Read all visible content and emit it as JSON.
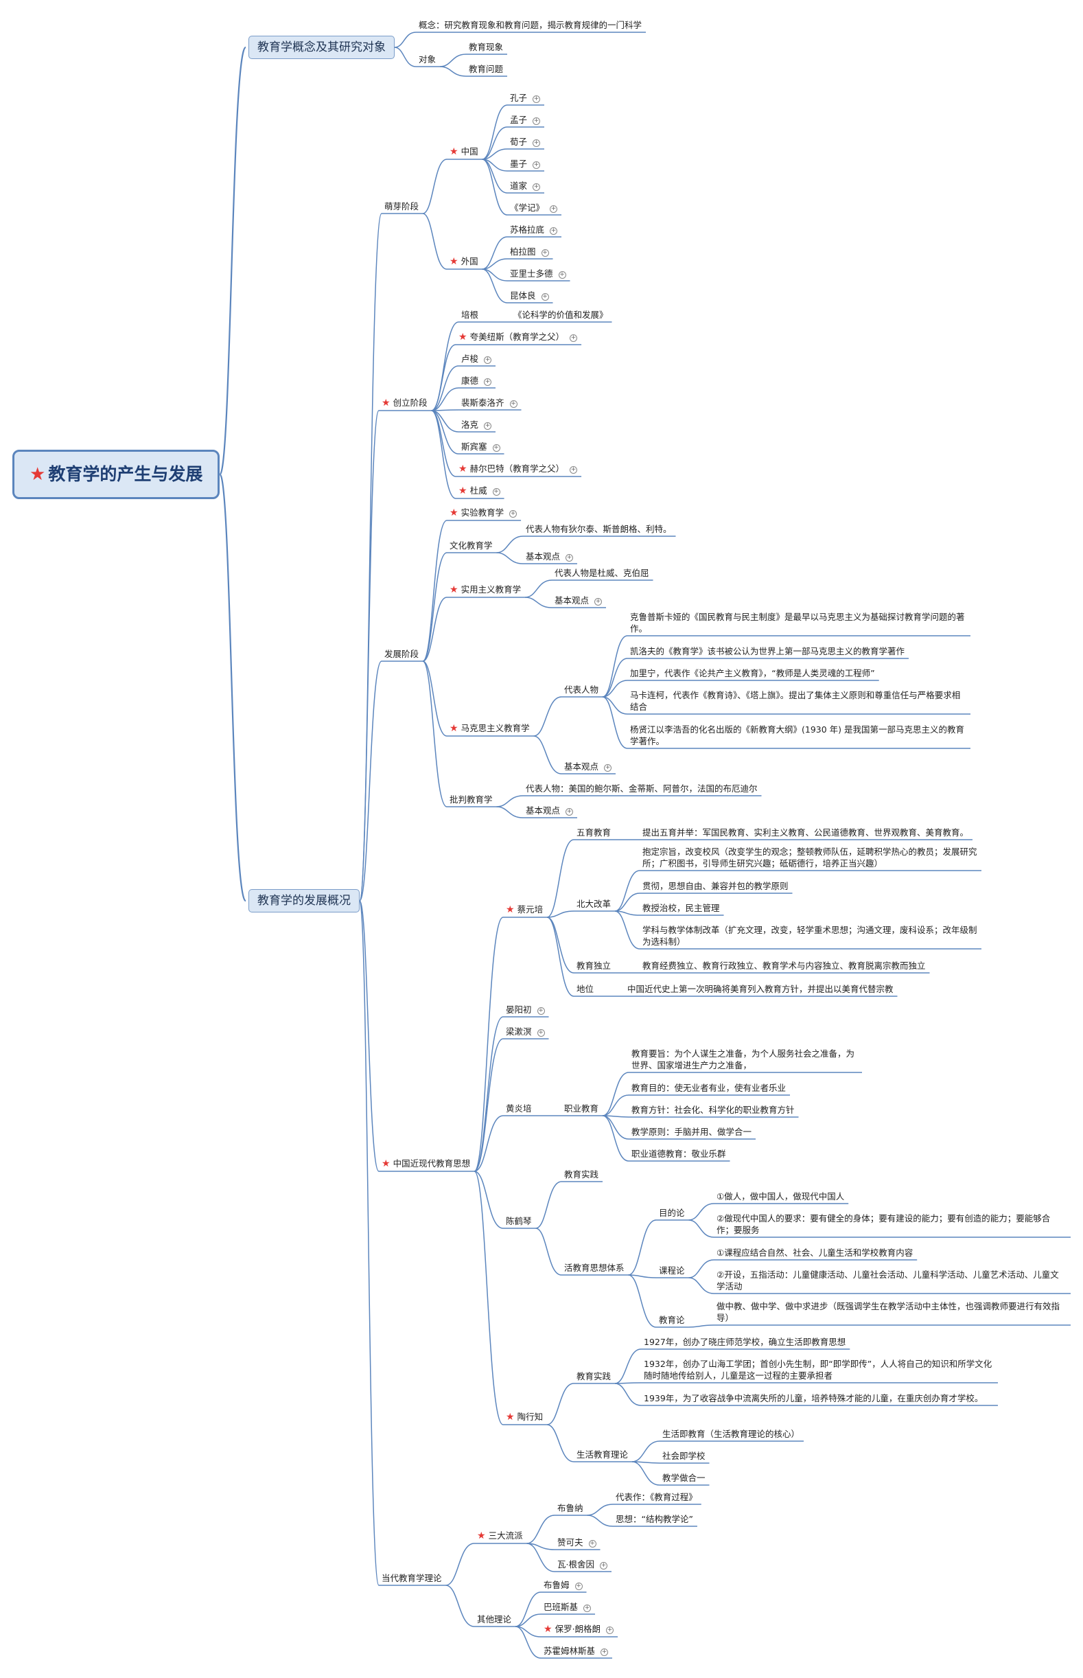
{
  "root": "教育学的产生与发展",
  "colors": {
    "line": "#5b85bd",
    "star": "#e53935",
    "l1_fill": "#dbe7f5"
  },
  "icons": {
    "star": "star-icon",
    "expand": "expand-icon"
  },
  "nodes": [
    {
      "id": "a",
      "t": "教育学概念及其研究对象",
      "p": "root",
      "l": 1
    },
    {
      "id": "a1",
      "t": "概念：研究教育现象和教育问题，揭示教育规律的一门科学",
      "p": "a"
    },
    {
      "id": "a2",
      "t": "对象",
      "p": "a"
    },
    {
      "id": "a21",
      "t": "教育现象",
      "p": "a2"
    },
    {
      "id": "a22",
      "t": "教育问题",
      "p": "a2"
    },
    {
      "id": "b",
      "t": "教育学的发展概况",
      "p": "root",
      "l": 1
    },
    {
      "id": "b1",
      "t": "萌芽阶段",
      "p": "b"
    },
    {
      "id": "b11",
      "t": "中国",
      "p": "b1",
      "s": 1
    },
    {
      "id": "b111",
      "t": "孔子",
      "p": "b11",
      "x": 1
    },
    {
      "id": "b112",
      "t": "孟子",
      "p": "b11",
      "x": 1
    },
    {
      "id": "b113",
      "t": "荀子",
      "p": "b11",
      "x": 1
    },
    {
      "id": "b114",
      "t": "墨子",
      "p": "b11",
      "x": 1
    },
    {
      "id": "b115",
      "t": "道家",
      "p": "b11",
      "x": 1
    },
    {
      "id": "b116",
      "t": "《学记》",
      "p": "b11",
      "x": 1
    },
    {
      "id": "b12",
      "t": "外国",
      "p": "b1",
      "s": 1
    },
    {
      "id": "b121",
      "t": "苏格拉底",
      "p": "b12",
      "x": 1
    },
    {
      "id": "b122",
      "t": "柏拉图",
      "p": "b12",
      "x": 1
    },
    {
      "id": "b123",
      "t": "亚里士多德",
      "p": "b12",
      "x": 1
    },
    {
      "id": "b124",
      "t": "昆体良",
      "p": "b12",
      "x": 1
    },
    {
      "id": "b2",
      "t": "创立阶段",
      "p": "b",
      "s": 1
    },
    {
      "id": "b21",
      "t": "培根",
      "p": "b2"
    },
    {
      "id": "b211",
      "t": "《论科学的价值和发展》",
      "p": "b21"
    },
    {
      "id": "b22",
      "t": "夸美纽斯（教育学之父）",
      "p": "b2",
      "s": 1,
      "x": 1
    },
    {
      "id": "b23",
      "t": "卢梭",
      "p": "b2",
      "x": 1
    },
    {
      "id": "b24",
      "t": "康德",
      "p": "b2",
      "x": 1
    },
    {
      "id": "b25",
      "t": "裴斯泰洛齐",
      "p": "b2",
      "x": 1
    },
    {
      "id": "b26",
      "t": "洛克",
      "p": "b2",
      "x": 1
    },
    {
      "id": "b27",
      "t": "斯宾塞",
      "p": "b2",
      "x": 1
    },
    {
      "id": "b28",
      "t": "赫尔巴特（教育学之父）",
      "p": "b2",
      "s": 1,
      "x": 1
    },
    {
      "id": "b29",
      "t": "杜威",
      "p": "b2",
      "s": 1,
      "x": 1
    },
    {
      "id": "b3",
      "t": "发展阶段",
      "p": "b"
    },
    {
      "id": "b31",
      "t": "实验教育学",
      "p": "b3",
      "s": 1,
      "x": 1
    },
    {
      "id": "b32",
      "t": "文化教育学",
      "p": "b3"
    },
    {
      "id": "b321",
      "t": "代表人物有狄尔泰、斯普朗格、利特。",
      "p": "b32"
    },
    {
      "id": "b322",
      "t": "基本观点",
      "p": "b32",
      "x": 1
    },
    {
      "id": "b33",
      "t": "实用主义教育学",
      "p": "b3",
      "s": 1
    },
    {
      "id": "b331",
      "t": "代表人物是杜威、克伯屈",
      "p": "b33"
    },
    {
      "id": "b332",
      "t": "基本观点",
      "p": "b33",
      "x": 1
    },
    {
      "id": "b34",
      "t": "马克思主义教育学",
      "p": "b3",
      "s": 1
    },
    {
      "id": "b341",
      "t": "代表人物",
      "p": "b34"
    },
    {
      "id": "b3411",
      "t": "克鲁普斯卡娅的《国民教育与民主制度》是最早以马克思主义为基础探讨教育学问题的著作。",
      "p": "b341",
      "w": 1
    },
    {
      "id": "b3412",
      "t": "凯洛夫的《教育学》该书被公认为世界上第一部马克思主义的教育学著作",
      "p": "b341"
    },
    {
      "id": "b3413",
      "t": "加里宁，代表作《论共产主义教育》，“教师是人类灵魂的工程师”",
      "p": "b341"
    },
    {
      "id": "b3414",
      "t": "马卡连柯，代表作《教育诗》、《塔上旗》。提出了集体主义原则和尊重信任与严格要求相结合",
      "p": "b341",
      "w": 1
    },
    {
      "id": "b3415",
      "t": "杨贤江以李浩吾的化名出版的《新教育大纲》(1930 年) 是我国第一部马克思主义的教育学著作。",
      "p": "b341",
      "w": 1
    },
    {
      "id": "b342",
      "t": "基本观点",
      "p": "b34",
      "x": 1
    },
    {
      "id": "b35",
      "t": "批判教育学",
      "p": "b3"
    },
    {
      "id": "b351",
      "t": "代表人物：美国的鲍尔斯、金蒂斯、阿普尔，法国的布厄迪尔",
      "p": "b35"
    },
    {
      "id": "b352",
      "t": "基本观点",
      "p": "b35",
      "x": 1
    },
    {
      "id": "b4",
      "t": "中国近现代教育思想",
      "p": "b",
      "s": 1
    },
    {
      "id": "b41",
      "t": "蔡元培",
      "p": "b4",
      "s": 1
    },
    {
      "id": "b411",
      "t": "五育教育",
      "p": "b41"
    },
    {
      "id": "b4111",
      "t": "提出五育并举：军国民教育、实利主义教育、公民道德教育、世界观教育、美育教育。",
      "p": "b411"
    },
    {
      "id": "b412",
      "t": "北大改革",
      "p": "b41"
    },
    {
      "id": "b4121",
      "t": "抱定宗旨，改变校风（改变学生的观念；整顿教师队伍，延聘积学热心的教员；发展研究所；广积图书，引导师生研究兴趣；砥砺德行，培养正当兴趣）",
      "p": "b412",
      "w": 1
    },
    {
      "id": "b4122",
      "t": "贯彻，思想自由、兼容并包的教学原则",
      "p": "b412"
    },
    {
      "id": "b4123",
      "t": "教授治校，民主管理",
      "p": "b412"
    },
    {
      "id": "b4124",
      "t": "学科与教学体制改革（扩充文理，改变，轻学重术思想；沟通文理，废科设系；改年级制为选科制）",
      "p": "b412",
      "w": 1
    },
    {
      "id": "b413",
      "t": "教育独立",
      "p": "b41"
    },
    {
      "id": "b4131",
      "t": "教育经费独立、教育行政独立、教育学术与内容独立、教育脱离宗教而独立",
      "p": "b413"
    },
    {
      "id": "b414",
      "t": "地位",
      "p": "b41"
    },
    {
      "id": "b4141",
      "t": "中国近代史上第一次明确将美育列入教育方针，并提出以美育代替宗教",
      "p": "b414"
    },
    {
      "id": "b42",
      "t": "晏阳初",
      "p": "b4",
      "x": 1
    },
    {
      "id": "b43",
      "t": "梁漱溟",
      "p": "b4",
      "x": 1
    },
    {
      "id": "b44",
      "t": "黄炎培",
      "p": "b4"
    },
    {
      "id": "b441",
      "t": "职业教育",
      "p": "b44"
    },
    {
      "id": "b4411",
      "t": "教育要旨：为个人谋生之准备，为个人服务社会之准备，为世界、国家增进生产力之准备，",
      "p": "b441",
      "w": 1
    },
    {
      "id": "b4412",
      "t": "教育目的：使无业者有业，使有业者乐业",
      "p": "b441"
    },
    {
      "id": "b4413",
      "t": "教育方针：社会化、科学化的职业教育方针",
      "p": "b441"
    },
    {
      "id": "b4414",
      "t": "教学原则：手脑并用、做学合一",
      "p": "b441"
    },
    {
      "id": "b4415",
      "t": "职业道德教育：敬业乐群",
      "p": "b441"
    },
    {
      "id": "b45",
      "t": "陈鹤琴",
      "p": "b4"
    },
    {
      "id": "b451",
      "t": "教育实践",
      "p": "b45"
    },
    {
      "id": "b452",
      "t": "活教育思想体系",
      "p": "b45"
    },
    {
      "id": "b4521",
      "t": "目的论",
      "p": "b452"
    },
    {
      "id": "b45211",
      "t": "①做人，做中国人，做现代中国人",
      "p": "b4521"
    },
    {
      "id": "b45212",
      "t": "②做现代中国人的要求：要有健全的身体；要有建设的能力；要有创造的能力；要能够合作；要服务",
      "p": "b4521",
      "w": 1
    },
    {
      "id": "b4522",
      "t": "课程论",
      "p": "b452"
    },
    {
      "id": "b45221",
      "t": "①课程应结合自然、社会、儿童生活和学校教育内容",
      "p": "b4522"
    },
    {
      "id": "b45222",
      "t": "②开设，五指活动：儿童健康活动、儿童社会活动、儿童科学活动、儿童艺术活动、儿童文学活动",
      "p": "b4522",
      "w": 1
    },
    {
      "id": "b4523",
      "t": "教育论",
      "p": "b452"
    },
    {
      "id": "b45231",
      "t": "做中教、做中学、做中求进步（既强调学生在教学活动中主体性，也强调教师要进行有效指导）",
      "p": "b4523",
      "w": 1
    },
    {
      "id": "b46",
      "t": "陶行知",
      "p": "b4",
      "s": 1
    },
    {
      "id": "b461",
      "t": "教育实践",
      "p": "b46"
    },
    {
      "id": "b4611",
      "t": "1927年，创办了晓庄师范学校，确立生活即教育思想",
      "p": "b461"
    },
    {
      "id": "b4612",
      "t": "1932年，创办了山海工学团；首创小先生制，即“即学即传”，人人将自己的知识和所学文化随时随地传给别人，儿童是这一过程的主要承担者",
      "p": "b461",
      "w": 1
    },
    {
      "id": "b4613",
      "t": "1939年，为了收容战争中流离失所的儿童，培养特殊才能的儿童，在重庆创办育才学校。",
      "p": "b461",
      "w": 1
    },
    {
      "id": "b462",
      "t": "生活教育理论",
      "p": "b46"
    },
    {
      "id": "b4621",
      "t": "生活即教育（生活教育理论的核心）",
      "p": "b462"
    },
    {
      "id": "b4622",
      "t": "社会即学校",
      "p": "b462"
    },
    {
      "id": "b4623",
      "t": "教学做合一",
      "p": "b462"
    },
    {
      "id": "b5",
      "t": "当代教育学理论",
      "p": "b"
    },
    {
      "id": "b51",
      "t": "三大流派",
      "p": "b5",
      "s": 1
    },
    {
      "id": "b511",
      "t": "布鲁纳",
      "p": "b51"
    },
    {
      "id": "b5111",
      "t": "代表作：《教育过程》",
      "p": "b511"
    },
    {
      "id": "b5112",
      "t": "思想：“结构教学论”",
      "p": "b511"
    },
    {
      "id": "b512",
      "t": "赞可夫",
      "p": "b51",
      "x": 1
    },
    {
      "id": "b513",
      "t": "瓦·根舍因",
      "p": "b51",
      "x": 1
    },
    {
      "id": "b52",
      "t": "其他理论",
      "p": "b5"
    },
    {
      "id": "b521",
      "t": "布鲁姆",
      "p": "b52",
      "x": 1
    },
    {
      "id": "b522",
      "t": "巴班斯基",
      "p": "b52",
      "x": 1
    },
    {
      "id": "b523",
      "t": "保罗·朗格朗",
      "p": "b52",
      "s": 1,
      "x": 1
    },
    {
      "id": "b524",
      "t": "苏霍姆林斯基",
      "p": "b52",
      "x": 1
    }
  ]
}
